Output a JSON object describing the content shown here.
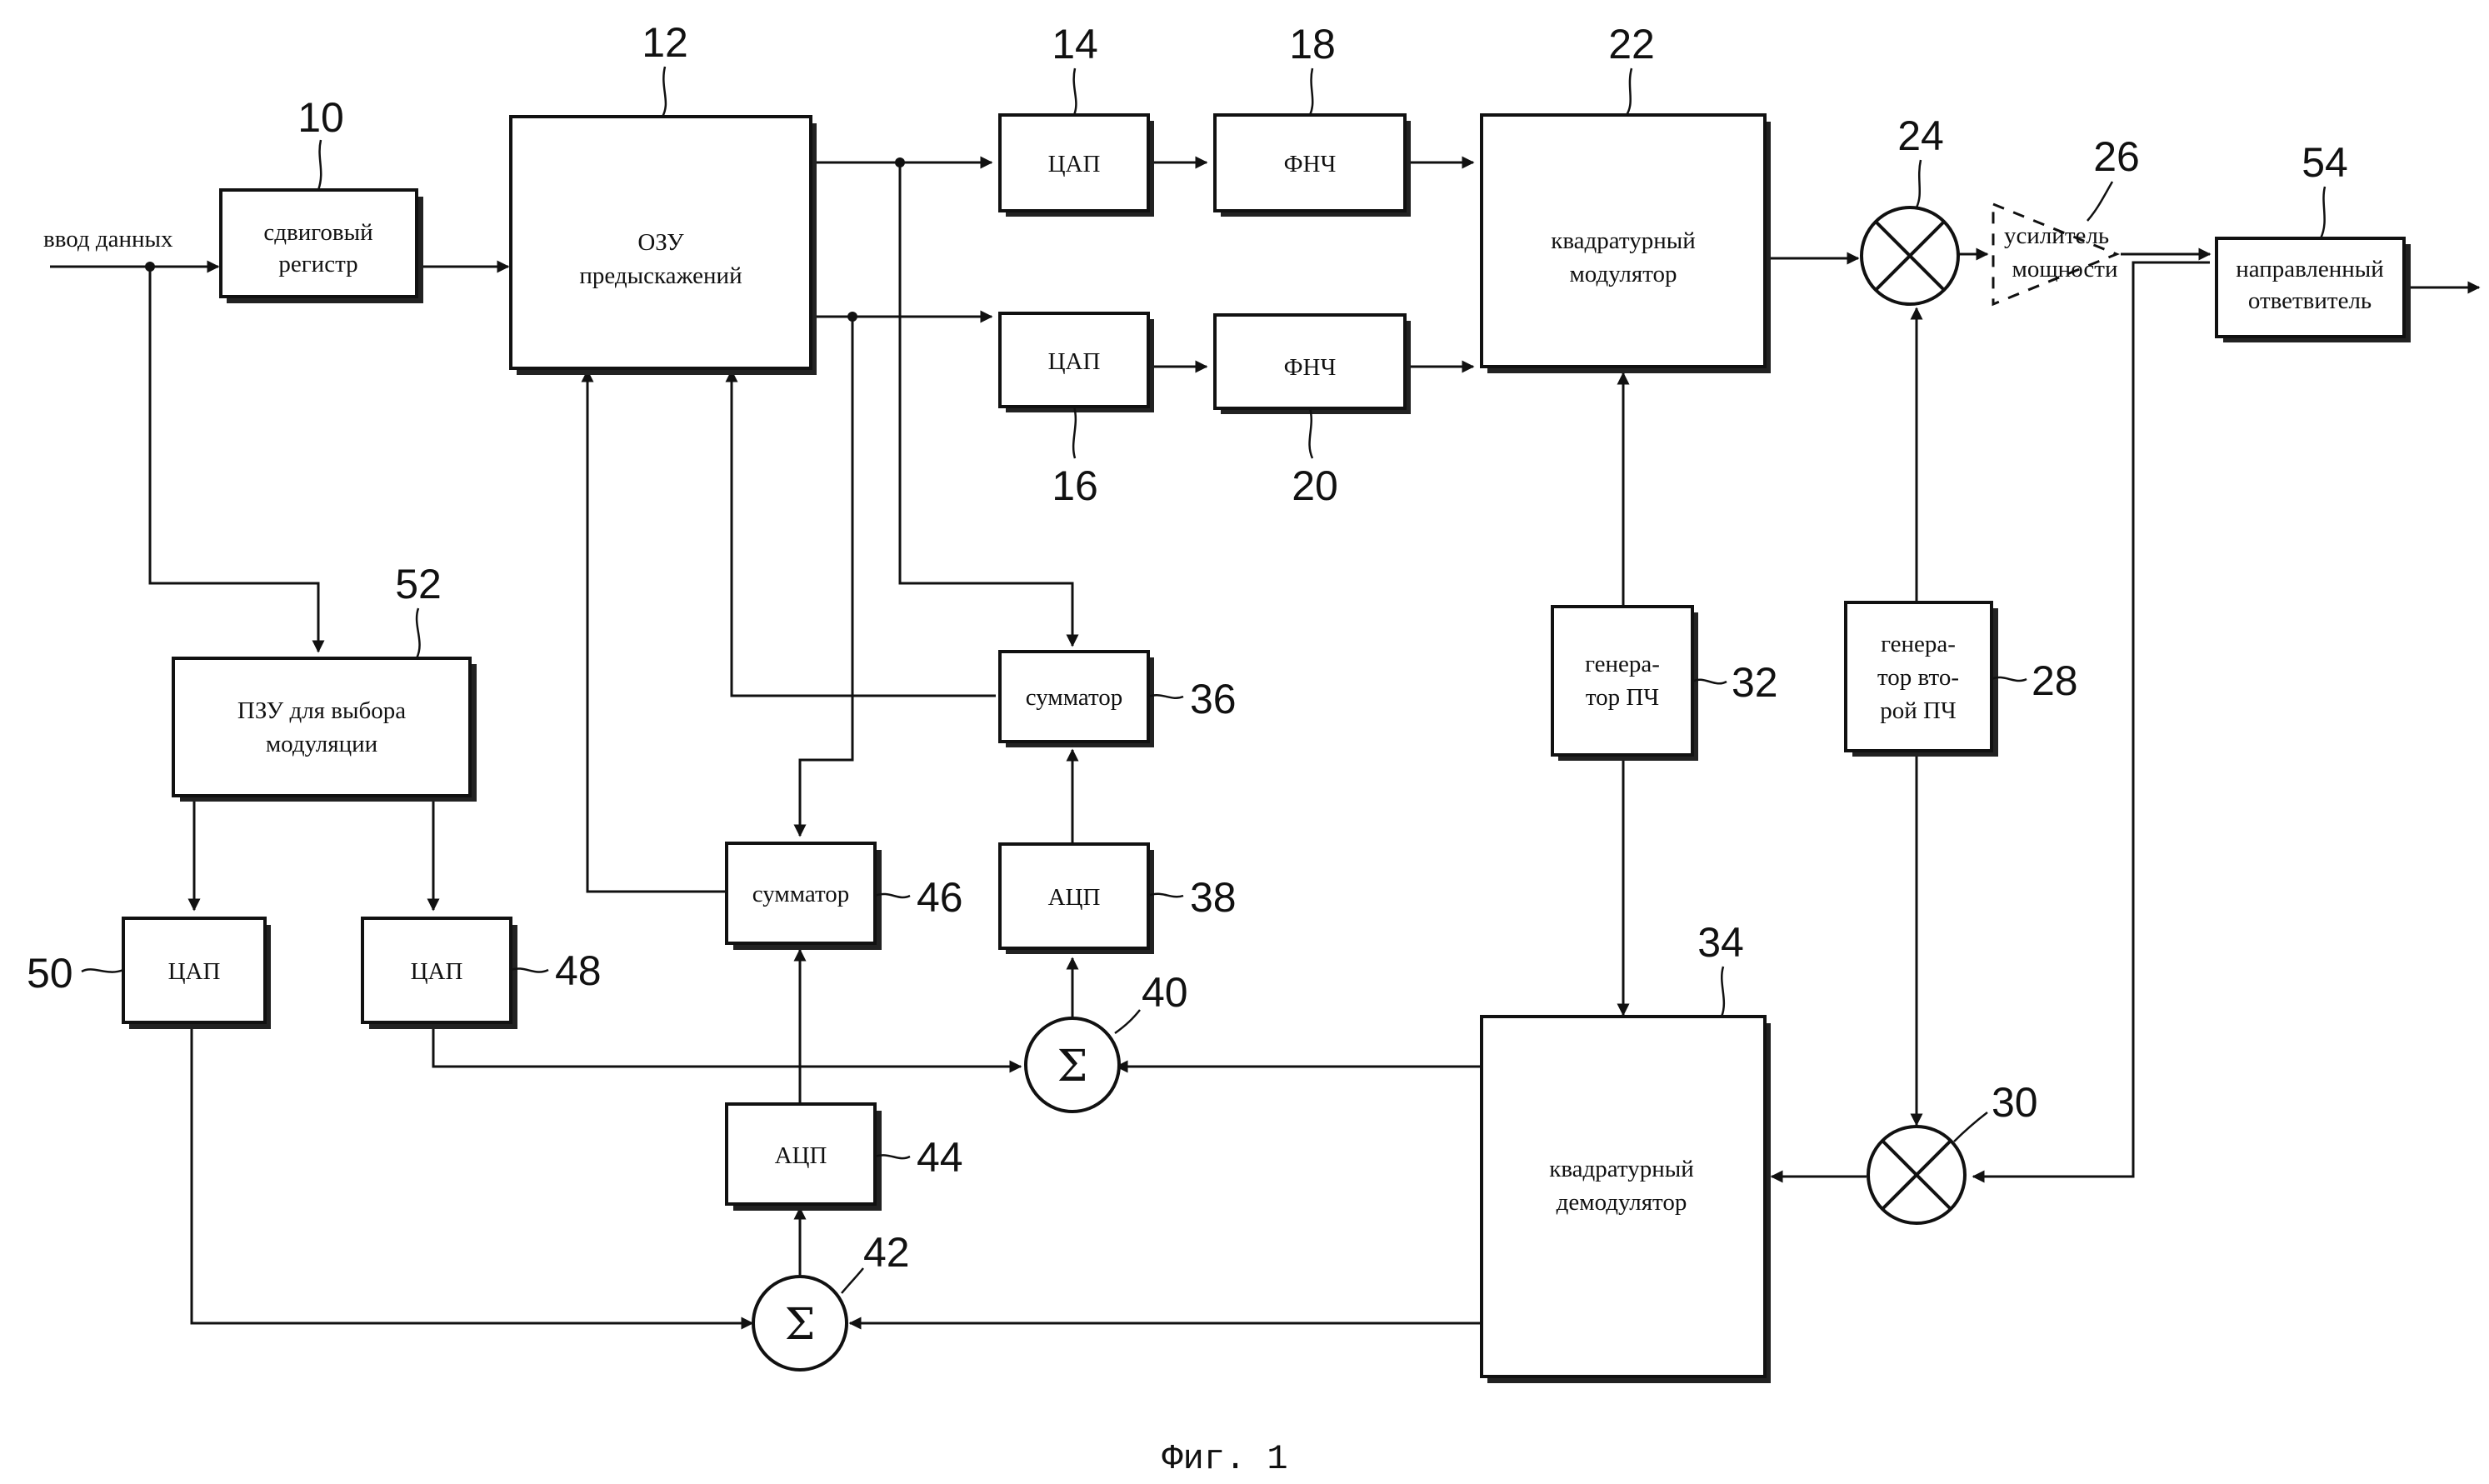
{
  "input_label": "ввод данных",
  "blocks": {
    "b10": {
      "num": "10",
      "l1": "сдвиговый",
      "l2": "регистр"
    },
    "b12": {
      "num": "12",
      "l1": "ОЗУ",
      "l2": "предыскажений"
    },
    "b14": {
      "num": "14",
      "l1": "ЦАП"
    },
    "b16": {
      "num": "16",
      "l1": "ЦАП"
    },
    "b18": {
      "num": "18",
      "l1": "ФНЧ"
    },
    "b20": {
      "num": "20",
      "l1": "ФНЧ"
    },
    "b22": {
      "num": "22",
      "l1": "квадратурный",
      "l2": "модулятор"
    },
    "m24": {
      "num": "24"
    },
    "a26": {
      "num": "26",
      "l1": "усилитель",
      "l2": "мощности"
    },
    "b54": {
      "num": "54",
      "l1": "направленный",
      "l2": "ответвитель"
    },
    "b52": {
      "num": "52",
      "l1": "ПЗУ для выбора",
      "l2": "модуляции"
    },
    "b36": {
      "num": "36",
      "l1": "сумматор"
    },
    "b46": {
      "num": "46",
      "l1": "сумматор"
    },
    "b38": {
      "num": "38",
      "l1": "АЦП"
    },
    "b44": {
      "num": "44",
      "l1": "АЦП"
    },
    "b50": {
      "num": "50",
      "l1": "ЦАП"
    },
    "b48": {
      "num": "48",
      "l1": "ЦАП"
    },
    "s40": {
      "num": "40",
      "sym": "Σ"
    },
    "s42": {
      "num": "42",
      "sym": "Σ"
    },
    "b32": {
      "num": "32",
      "l1": "генера-",
      "l2": "тор ПЧ"
    },
    "b28": {
      "num": "28",
      "l1": "генера-",
      "l2": "тор вто-",
      "l3": "рой ПЧ"
    },
    "b34": {
      "num": "34",
      "l1": "квадратурный",
      "l2": "демодулятор"
    },
    "m30": {
      "num": "30"
    }
  },
  "caption": "Фиг. 1"
}
